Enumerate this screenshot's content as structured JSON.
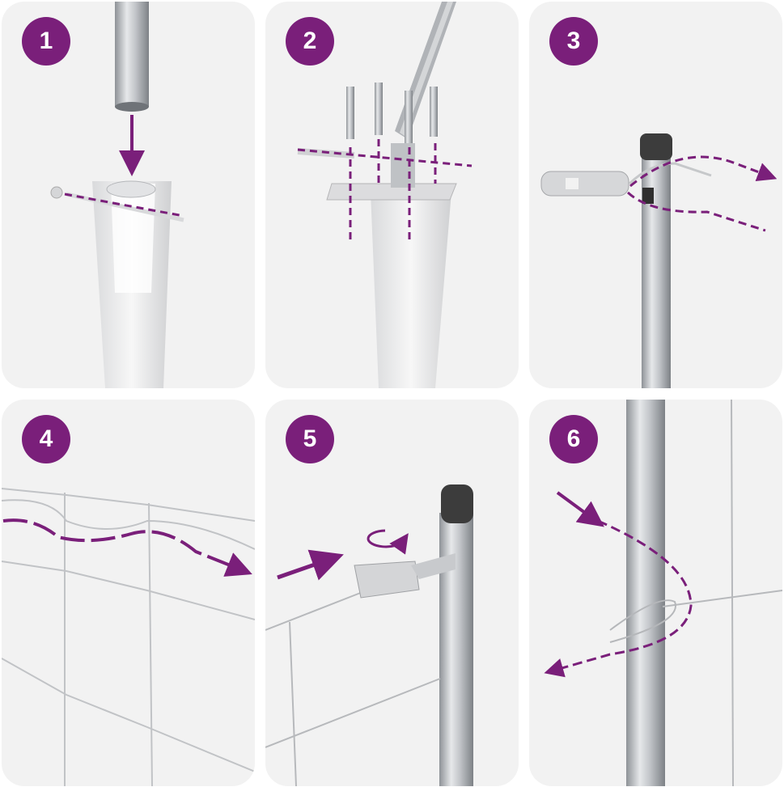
{
  "steps": [
    {
      "number": "1"
    },
    {
      "number": "2"
    },
    {
      "number": "3"
    },
    {
      "number": "4"
    },
    {
      "number": "5"
    },
    {
      "number": "6"
    }
  ],
  "colors": {
    "accent": "#7a1f7a",
    "panel_background": "#f2f2f2",
    "metal": "#b9bcc0",
    "cap": "#3c3c3c"
  },
  "icons": {
    "arrow": "arrow-icon",
    "rotate": "rotate-icon"
  }
}
